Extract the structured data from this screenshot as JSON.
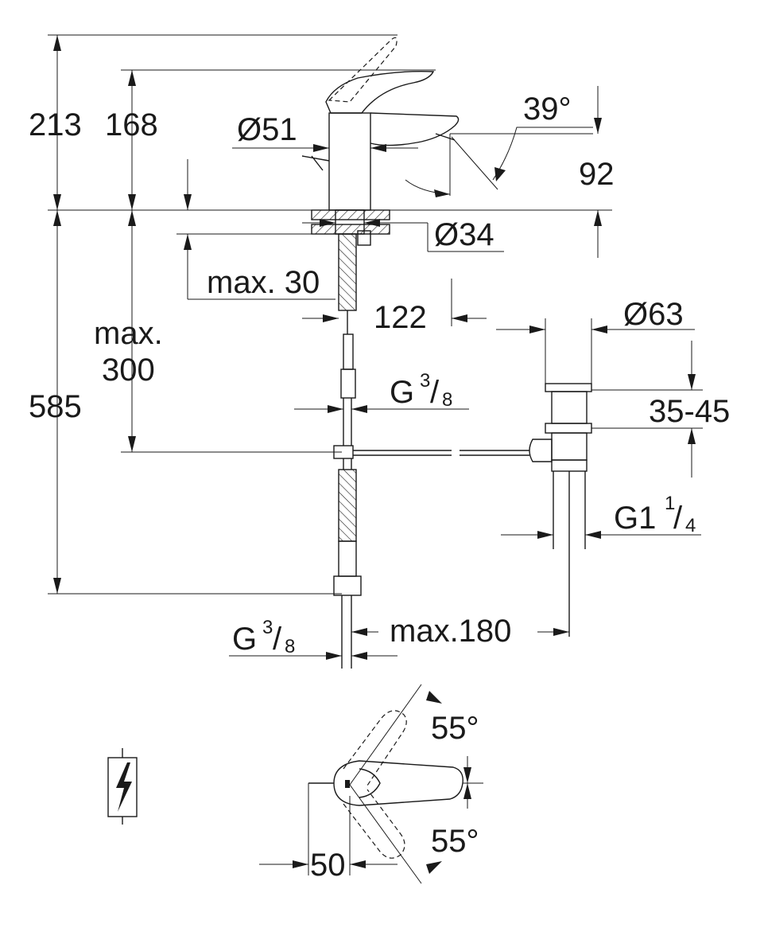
{
  "dimensions": {
    "total_height": "213",
    "spout_height": "168",
    "body_diameter": "Ø51",
    "lever_angle": "39°",
    "spout_reach": "92",
    "mount_hole": "Ø34",
    "deck_thickness": "max. 30",
    "hose_offset": "122",
    "max_label": "max.",
    "max_value": "300",
    "hose_length": "585",
    "waste_diameter": "Ø63",
    "waste_range": "35-45",
    "inlet_thread_upper": {
      "base": "G",
      "num": "3",
      "den": "8"
    },
    "waste_thread": {
      "base": "G1",
      "num": "1",
      "den": "4"
    },
    "inlet_thread_lower": {
      "base": "G",
      "num": "3",
      "den": "8"
    },
    "max_distance": "max.180",
    "swing_angle_top": "55°",
    "swing_angle_bottom": "55°",
    "plan_offset": "50"
  },
  "icons": {
    "power": "electric-lightning-icon"
  }
}
